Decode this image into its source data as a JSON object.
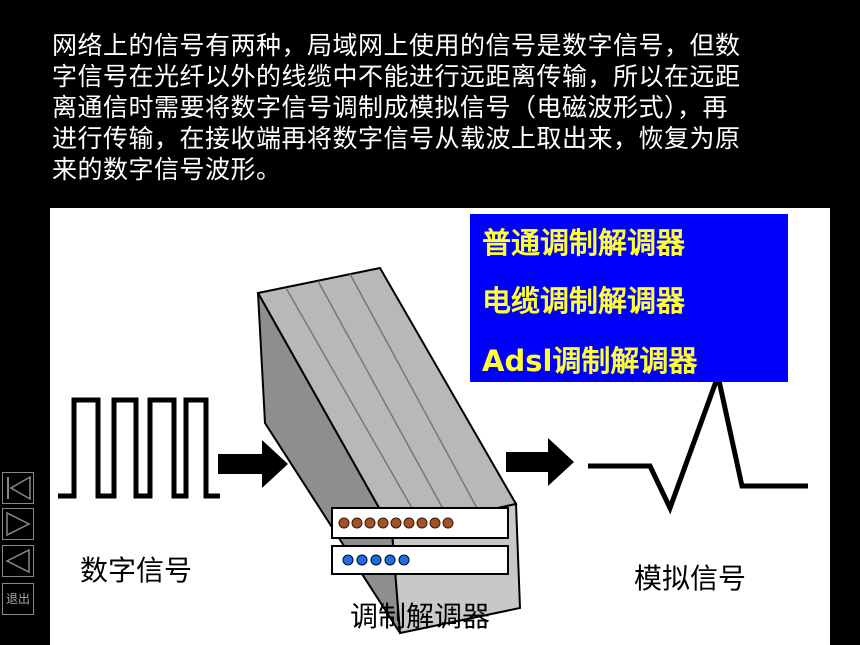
{
  "paragraph": {
    "lines": [
      "网络上的信号有两种，局域网上使用的信号是数字信号，但数",
      "字信号在光纤以外的线缆中不能进行远距离传输，所以在远距",
      "离通信时需要将数字信号调制成模拟信号（电磁波形式），再",
      "进行传输，在接收端再将数字信号从载波上取出来，恢复为原",
      "来的数字信号波形。"
    ]
  },
  "figure": {
    "digital_label": "数字信号",
    "analog_label": "模拟信号",
    "modem_label": "调制解调器"
  },
  "modem_types": [
    "普通调制解调器",
    "电缆调制解调器",
    "Adsl调制解调器"
  ],
  "nav": {
    "first_icon": "first-slide-icon",
    "next_icon": "next-slide-icon",
    "prev_icon": "previous-slide-icon",
    "exit_label": "退出"
  },
  "colors": {
    "background": "#000000",
    "box": "#0000ff",
    "box_text": "#ffff33"
  }
}
